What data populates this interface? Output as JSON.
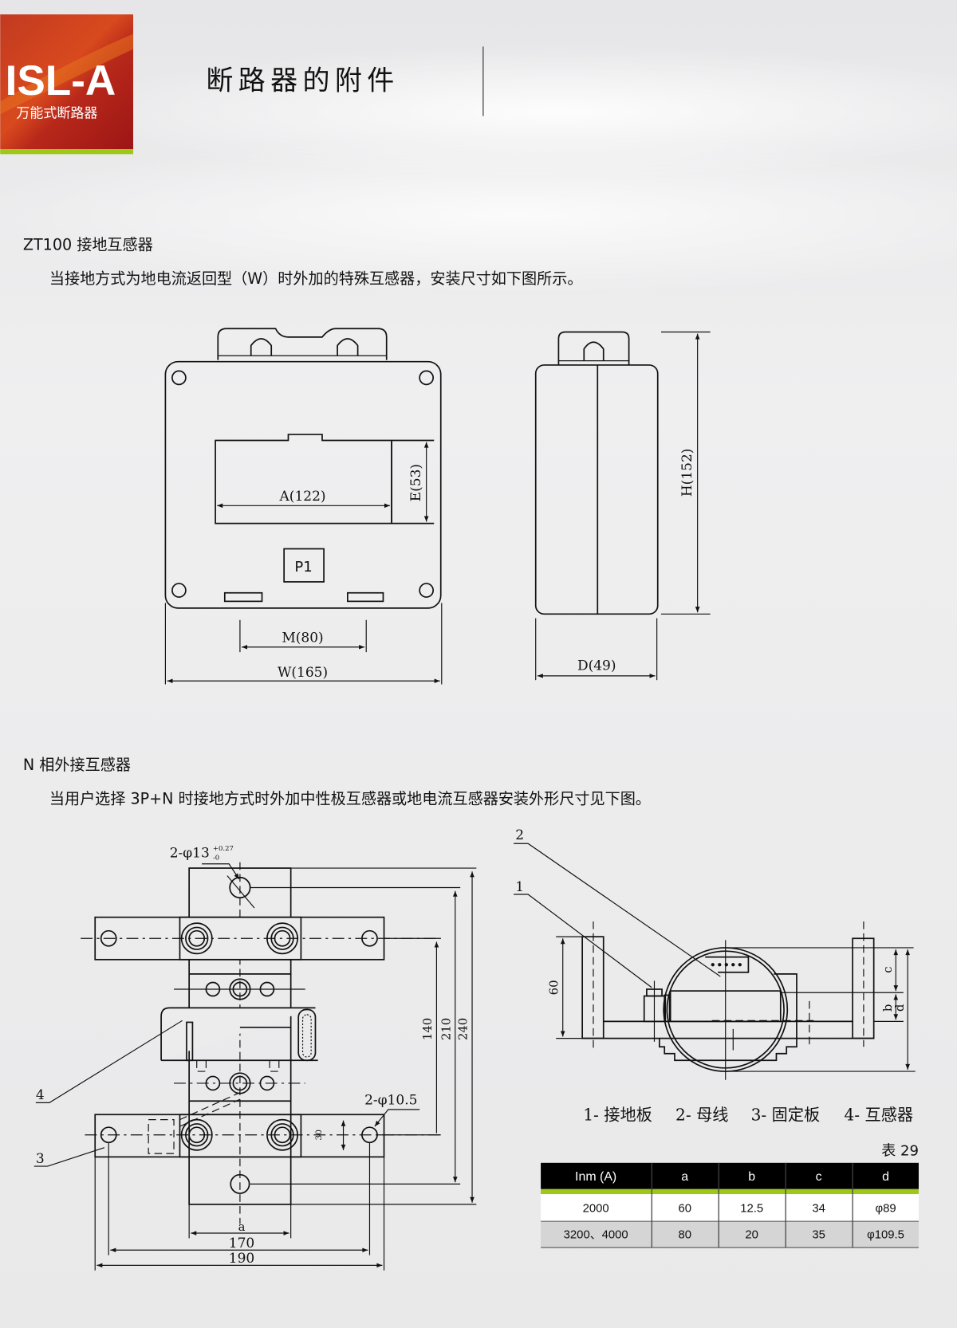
{
  "logo": {
    "brand": "ISL-A",
    "subtitle": "万能式断路器",
    "red": "#b3261b",
    "green": "#9dc817"
  },
  "header": {
    "title": "断路器的附件"
  },
  "section1": {
    "heading": "ZT100 接地互感器",
    "text": "当接地方式为地电流返回型（W）时外加的特殊互感器，安装尺寸如下图所示。",
    "front_view": {
      "A": "A(122)",
      "E": "E(53)",
      "P1": "P1",
      "M": "M(80)",
      "W": "W(165)"
    },
    "side_view": {
      "H": "H(152)",
      "D": "D(49)"
    }
  },
  "section2": {
    "heading": "N 相外接互感器",
    "text": "当用户选择 3P+N 时接地方式时外加中性极互感器或地电流互感器安装外形尺寸见下图。",
    "left_drawing": {
      "hole_top": "2-φ13",
      "tol_plus": "+0.27",
      "tol_minus": "-0",
      "hole_bottom": "2-φ10.5",
      "dim_140": "140",
      "dim_210": "210",
      "dim_240": "240",
      "dim_30": "30",
      "dim_a": "a",
      "dim_170": "170",
      "dim_190": "190",
      "callout_3": "3",
      "callout_4": "4"
    },
    "right_drawing": {
      "callout_1": "1",
      "callout_2": "2",
      "dim_60": "60",
      "dim_c": "c",
      "dim_b": "b",
      "dim_d": "d"
    },
    "legend": [
      "1- 接地板",
      "2- 母线",
      "3- 固定板",
      "4- 互感器"
    ],
    "table": {
      "caption": "表  29",
      "headers": [
        "Inm (A)",
        "a",
        "b",
        "c",
        "d"
      ],
      "rows": [
        [
          "2000",
          "60",
          "12.5",
          "34",
          "φ89"
        ],
        [
          "3200、4000",
          "80",
          "20",
          "35",
          "φ109.5"
        ]
      ]
    }
  }
}
